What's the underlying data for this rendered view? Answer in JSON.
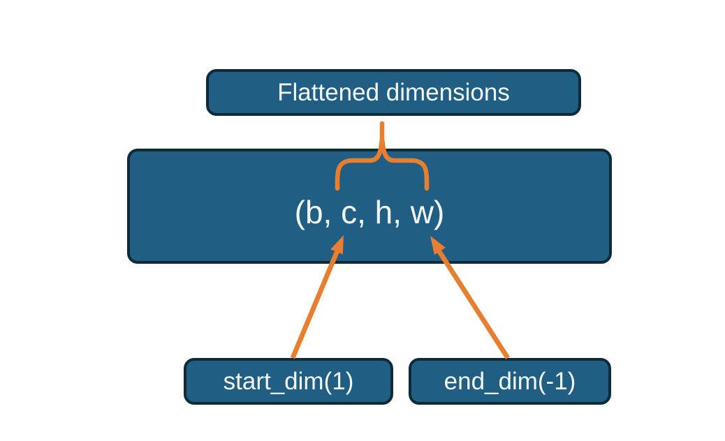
{
  "diagram": {
    "top_node": {
      "label": "Flattened dimensions"
    },
    "tensor_node": {
      "label": "(b, c, h, w)"
    },
    "start_dim_node": {
      "label": "start_dim(1)"
    },
    "end_dim_node": {
      "label": "end_dim(-1)"
    }
  },
  "colors": {
    "background": "#FFFFFF",
    "node-fill": "#205E83",
    "node-border": "#0E2B39",
    "node-text": "#F4F7F8",
    "accent-orange": "#E87E2F"
  }
}
